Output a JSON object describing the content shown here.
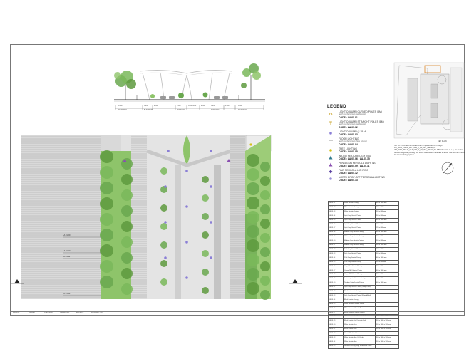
{
  "legend": {
    "title": "LEGEND",
    "items": [
      {
        "icon": "curved-pole-icon",
        "color": "#c9a227",
        "name": "LIGHT COLUMN CURVED POLES (8M)",
        "sub": "(each symbol shows two fixtures)",
        "code": "CODE : LA.05.01"
      },
      {
        "icon": "straight-pole-icon",
        "color": "#c9a227",
        "name": "LIGHT COLUMN STRAIGHT POLES (8M)",
        "sub": "(each symbol shows two fixtures)",
        "code": "CODE : LA.05.02"
      },
      {
        "icon": "light-column-icon",
        "color": "#8b7fd6",
        "name": "LIGHT COLUMN (4.35 M)",
        "sub": "",
        "code": "CODE : LA.05.03"
      },
      {
        "icon": "floor-lighting-icon",
        "color": "#555555",
        "name": "FLOOR LIGHTING",
        "sub": "(each symbol shows three fixtures)",
        "code": "CODE : LA.05.04"
      },
      {
        "icon": "tree-lighting-icon",
        "color": "#d4c21a",
        "name": "TREE LIGHTING",
        "sub": "",
        "code": "CODE : LA.05.05"
      },
      {
        "icon": "water-feature-icon",
        "color": "#2e7a8c",
        "name": "WATER FEATURE LIGHTING",
        "sub": "",
        "code": "CODE : LA.05.06 - LA.05.15"
      },
      {
        "icon": "pentagon-pergola-icon",
        "color": "#8a4fb0",
        "name": "PENTAGON PERGOLA LIGHTING",
        "sub": "",
        "code": "CODE : LA.05.09 - LA.05.11"
      },
      {
        "icon": "flat-pergola-icon",
        "color": "#5a3fa0",
        "name": "FLAT PERGOLA LIGHTING",
        "sub": "",
        "code": "CODE : LA.05.12"
      },
      {
        "icon": "north-drop-off-icon",
        "color": "#9a8fd9",
        "name": "NORTH DROP-OFF PERGOLA LIGHTING",
        "sub": "",
        "code": "CODE : LA.05.13"
      }
    ]
  },
  "keyplan": {
    "label": "KEY PLAN"
  },
  "note": "NB: LDT is a national details refer to specifications in dwgs. DD_0001_FMLM_ELT_MIS_0_P3_ISS_MECE_00 ISS_0001_FMLM_ELT_MIS_0_P3_ISS_MECE_00. NB: All metals to e.g. the outline behind the gravel parking due to not suitable for materials to allow. See planner and be for latest lighting options.",
  "section_labels": [
    "6.5M",
    "ROADWAY",
    "3.2M",
    "BUS STOP",
    "2.5M",
    "4.0M",
    "PARKWAY",
    "CENTRAL",
    "2.5M",
    "3.2M",
    "PARKWAY",
    "4.0M",
    "6.5M",
    "ROADWAY"
  ],
  "level_labels": [
    "LA.01.09",
    "LA.01.10",
    "LA.01.11",
    "LA.01.12"
  ],
  "title_strip": [
    "DESIGN",
    "DRAWN",
    "CHECKED",
    "APPROVED",
    "PROJECT",
    "DRAWING NO."
  ],
  "schedule": [
    [
      "LA.01.01",
      "White Granite Paving",
      "600 x 1000 mm"
    ],
    [
      "LA.01.02",
      "White Granite Paving",
      "600 x 1000 mm"
    ],
    [
      "LA.01.03",
      "White Granite Paving",
      "300 x 600 mm"
    ],
    [
      "LA.01.04",
      "Light Grey Granite Paving",
      "300 x 600 mm"
    ],
    [
      "LA.01.05",
      "Light Grey Granite Paving",
      "600 x 1000 mm"
    ],
    [
      "LA.01.06",
      "Light Grey Granite Paving",
      "600 x 300 mm"
    ],
    [
      "LA.01.07",
      "Light Grey Granite Paving",
      "150 x 600 mm"
    ],
    [
      "LA.01.08",
      "Medium Grey Granite Paving",
      "600 x 1000 mm"
    ],
    [
      "LA.01.09",
      "Medium Grey Granite Paving",
      "600 x 600 mm"
    ],
    [
      "LA.01.10",
      "Medium Grey Granite Paving",
      "300 x 600 mm"
    ],
    [
      "LA.01.11",
      "Medium Grey Granite Paving",
      "300 x 1000 mm"
    ],
    [
      "LA.01.12",
      "Dark Grey Granite Paving",
      "600 x 1000 mm"
    ],
    [
      "LA.01.13",
      "Dark Grey Granite Paving",
      "300 x 600 mm"
    ],
    [
      "LA.01.14",
      "Pink Grey Granite Paving",
      "600 x 1000 mm"
    ],
    [
      "LA.01.15",
      "Pink Grey Granite Paving",
      "300 x 600 mm"
    ],
    [
      "LA.01.16",
      "Grey / Pink Granite Paving",
      "600 x 600 mm"
    ],
    [
      "LA.01.17",
      "Copper Mill Granite Paving",
      "600 x 1000 mm"
    ],
    [
      "LA.01.18",
      "Copper Mill Granite Paving",
      "300 x 600 mm"
    ],
    [
      "LA.01.19",
      "Indian Lapotend Granite Paving",
      "300 x 600 mm"
    ],
    [
      "LA.01.20",
      "Tinsdale Slate Granite Paving",
      "600 x 1000 mm"
    ],
    [
      "LA.01.21",
      "Light Grey Granite Paving (Unique Dark)",
      ""
    ],
    [
      "LA.01.22",
      "Rainbow Granite Paving",
      ""
    ],
    [
      "LA.01.23",
      "Dark Grey Granite Paving (Flamed/Flint)",
      ""
    ],
    [
      "LA.01.24",
      "Black Granite Paving",
      ""
    ],
    [
      "LA.01.25",
      "White Grooved Granite Paving",
      ""
    ],
    [
      "LA.01.26",
      "White Grooved Granite Paving",
      ""
    ],
    [
      "LA.01.27",
      "Black Coloured Granite Paving",
      ""
    ],
    [
      "LA.01.28",
      "White Granite Coil Concrete Kerb",
      "300 x 1000 x 300 mm"
    ],
    [
      "LA.01.29",
      "Black Granite Coil Concrete Kerb",
      "300 x 1000 x 300 mm"
    ],
    [
      "LA.01.30",
      "White Granite Kerb",
      "300 x 1000 x 300 mm"
    ],
    [
      "LA.01.31",
      "Black Granite Kerb",
      "300 x 1000 x 300 mm"
    ],
    [
      "LA.01.32",
      "Granite Pitch Cobbles",
      ""
    ],
    [
      "LA.01.33",
      "White Granite Step Coil Kerb",
      "300 x 1000 x 300 mm"
    ],
    [
      "LA.01.34",
      "White Granite Step",
      "300 x 1000 x 300 mm"
    ],
    [
      "LA.01.35",
      "Handrail Fencing Edge Stabilizer & Curve",
      ""
    ]
  ],
  "colors": {
    "paving_light": "#dcdcdc",
    "paving_stripe": "#a8a8a8",
    "lawn": "#8ec46a",
    "lawn_light": "#bcdca0",
    "shrub": "#5e9a3e",
    "canopy": "#c8c8c8"
  }
}
